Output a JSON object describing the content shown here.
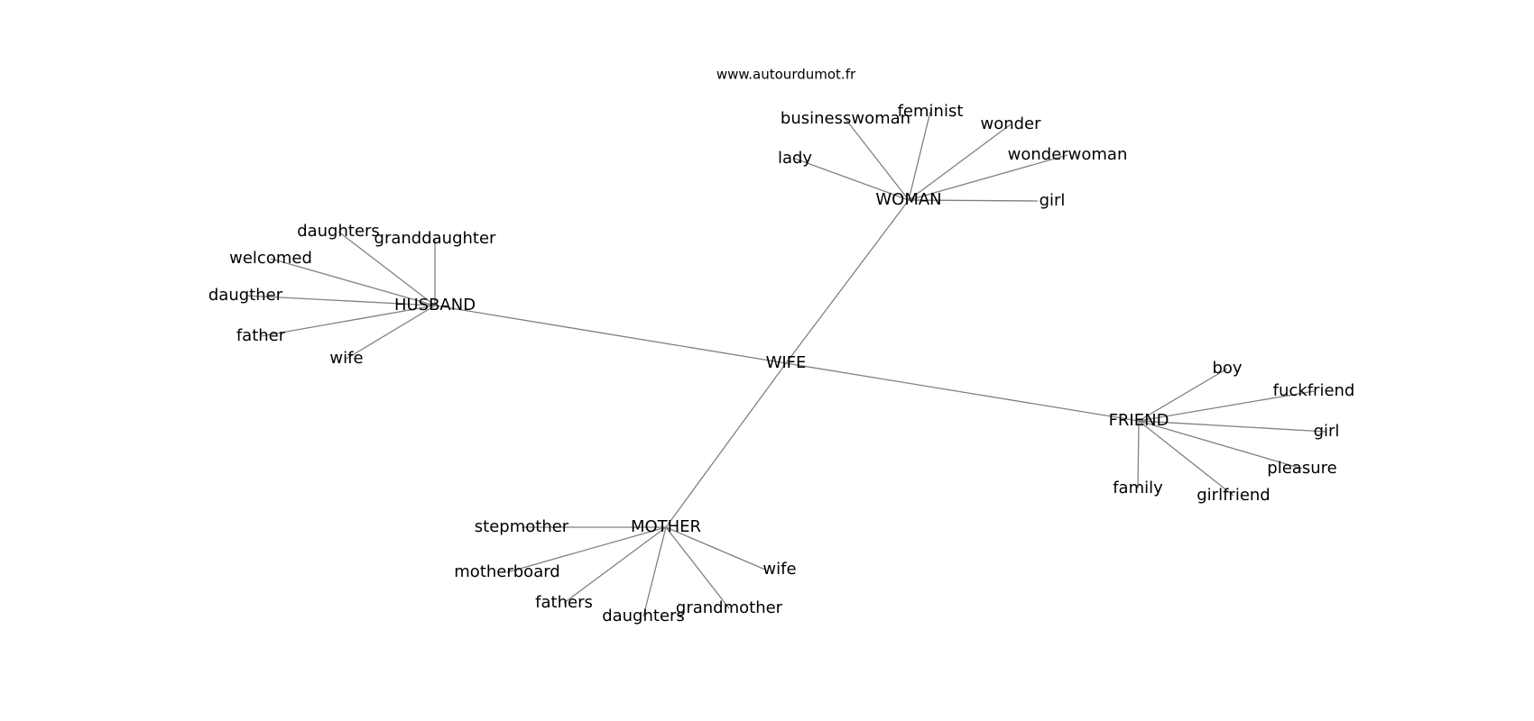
{
  "watermark": "www.autourdumot.fr",
  "colors": {
    "edge": "#808080",
    "text": "#000000",
    "background": "#ffffff"
  },
  "graph": {
    "center": "WIFE",
    "hubs": [
      {
        "label": "WOMAN",
        "leaves": [
          "businesswoman",
          "feminist",
          "wonder",
          "lady",
          "wonderwoman",
          "girl"
        ]
      },
      {
        "label": "HUSBAND",
        "leaves": [
          "daughters",
          "granddaughter",
          "welcomed",
          "daugther",
          "father",
          "wife"
        ]
      },
      {
        "label": "FRIEND",
        "leaves": [
          "boy",
          "fuckfriend",
          "girl",
          "pleasure",
          "family",
          "girlfriend"
        ]
      },
      {
        "label": "MOTHER",
        "leaves": [
          "stepmother",
          "motherboard",
          "wife",
          "fathers",
          "daughters",
          "grandmother"
        ]
      }
    ]
  }
}
